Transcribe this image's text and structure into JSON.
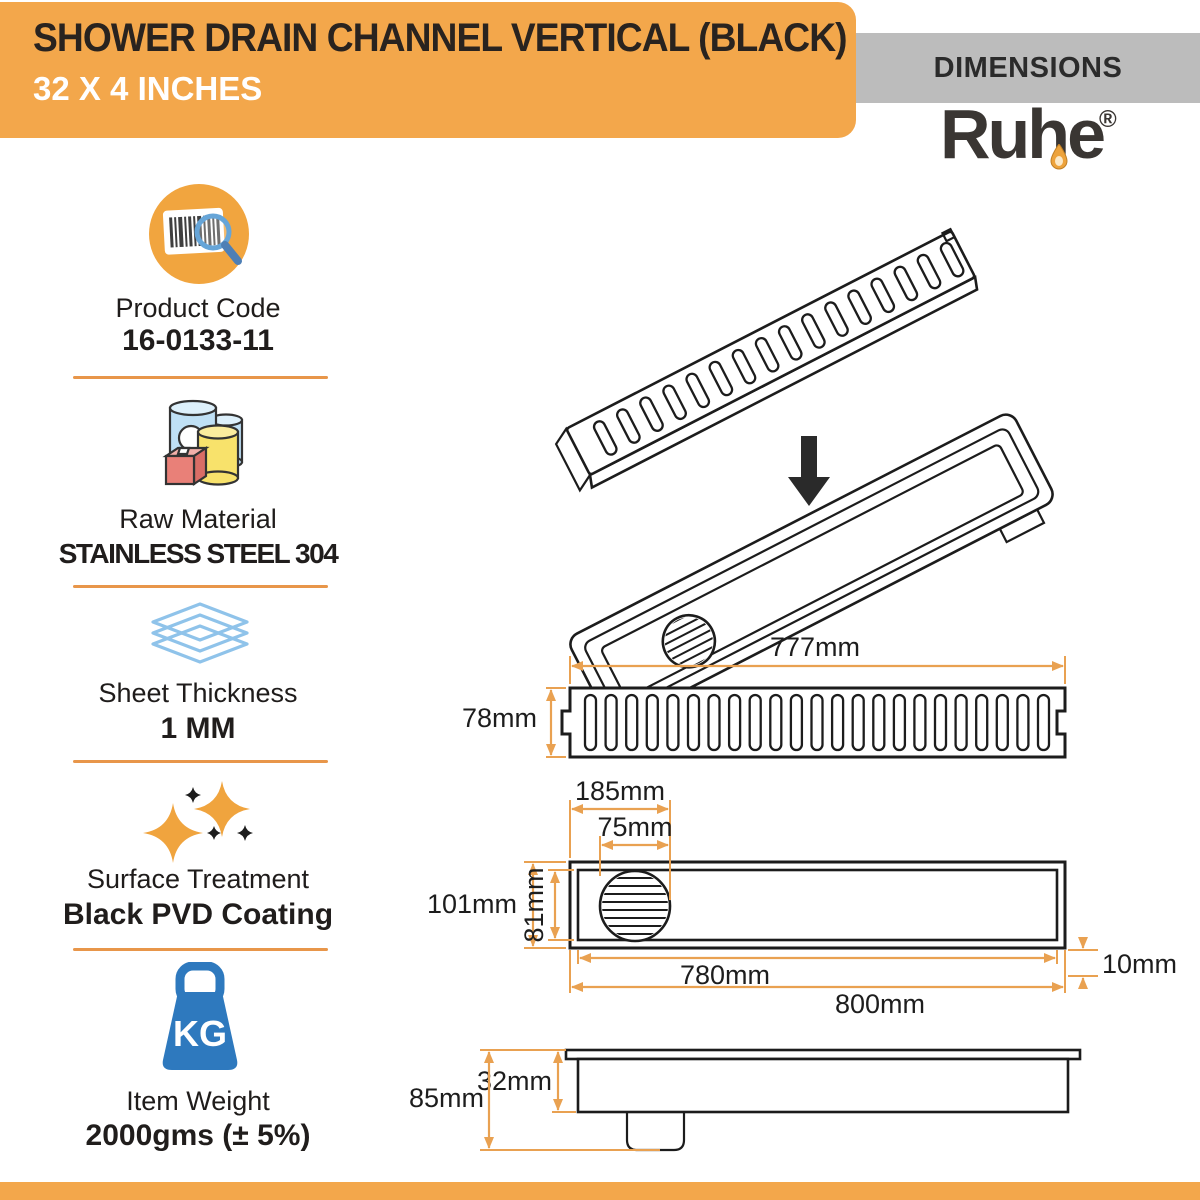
{
  "header": {
    "title": "SHOWER DRAIN CHANNEL VERTICAL (BLACK)",
    "subtitle": "32 X 4 INCHES",
    "dimensions_label": "DIMENSIONS",
    "brand_name": "Ruhe",
    "registered_mark": "®"
  },
  "specs": [
    {
      "icon": "barcode-search-icon",
      "label": "Product Code",
      "value": "16-0133-11"
    },
    {
      "icon": "raw-material-containers-icon",
      "label": "Raw Material",
      "value": "STAINLESS STEEL 304"
    },
    {
      "icon": "sheet-stack-icon",
      "label": "Sheet Thickness",
      "value": "1 MM"
    },
    {
      "icon": "sparkles-icon",
      "label": "Surface Treatment",
      "value": "Black PVD Coating"
    },
    {
      "icon": "weight-kg-icon",
      "label": "Item Weight",
      "value": "2000gms (± 5%)",
      "icon_text": "KG"
    }
  ],
  "diagram": {
    "exploded_view": {
      "grate_slot_count": 16
    },
    "grate_top_view": {
      "slot_count": 23,
      "length_label": "777mm",
      "width_label": "78mm"
    },
    "channel_top_view": {
      "drain_offset_label": "185mm",
      "drain_diameter_label": "75mm",
      "outer_width_label": "101mm",
      "inner_width_label": "81mm",
      "inner_length_label": "780mm",
      "outer_length_label": "800mm",
      "flange_label": "10mm"
    },
    "side_view": {
      "total_height_label": "85mm",
      "body_height_label": "32mm"
    }
  },
  "colors": {
    "accent_orange": "#F3A74B",
    "dimension_line_orange": "#E9A151",
    "banner_gray": "#BCBCBC",
    "drawing_line": "#1C1C1C",
    "weight_blue": "#2E79BE"
  }
}
